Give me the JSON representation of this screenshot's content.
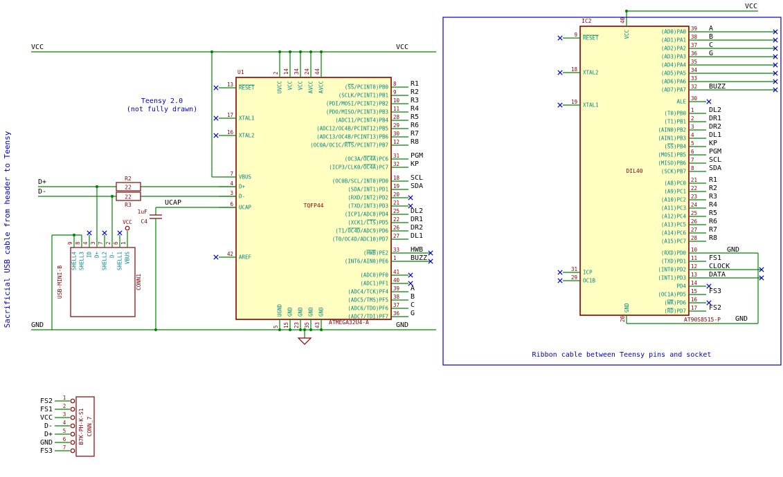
{
  "colors": {
    "wire": "#008400",
    "component_outline": "#840000",
    "component_fill": "#ffffc2",
    "pin_name": "#008484",
    "pin_number": "#840000",
    "net_label": "#000000",
    "note": "#0000c2",
    "no_connect": "#0000c2"
  },
  "notes": {
    "left_vertical": "Sacrificial USB cable from header to Teensy",
    "teensy_line1": "Teensy 2.0",
    "teensy_line2": "(not fully drawn)",
    "ribbon": "Ribbon cable between Teensy pins and socket"
  },
  "power": {
    "vcc": "VCC",
    "gnd": "GND"
  },
  "nets": {
    "dplus": "D+",
    "dminus": "D-",
    "ucap": "UCAP"
  },
  "r2": {
    "ref": "R2",
    "value": "22"
  },
  "r3": {
    "ref": "R3",
    "value": "22"
  },
  "c4": {
    "ref": "C4",
    "value": "1uF"
  },
  "u1": {
    "ref": "U1",
    "value": "TQFP44",
    "part": "ATMEGA32U4-A",
    "left_pins": [
      {
        "name": "~RESET~",
        "num": "13",
        "nc": true
      },
      {
        "name": "XTAL1",
        "num": "17",
        "nc": true
      },
      {
        "name": "XTAL2",
        "num": "16",
        "nc": true
      },
      {
        "name": "VBUS",
        "num": "7"
      },
      {
        "name": "D+",
        "num": "4"
      },
      {
        "name": "D-",
        "num": "3"
      },
      {
        "name": "UCAP",
        "num": "6"
      },
      {
        "name": "AREF",
        "num": "42",
        "nc": true
      }
    ],
    "top_pins": [
      {
        "name": "UVCC",
        "num": "2"
      },
      {
        "name": "VCC",
        "num": "14"
      },
      {
        "name": "VCC",
        "num": "34"
      },
      {
        "name": "AVCC",
        "num": "24"
      },
      {
        "name": "AVCC",
        "num": "44"
      }
    ],
    "bottom_pins": [
      {
        "name": "UGND",
        "num": "5"
      },
      {
        "name": "GND",
        "num": "15"
      },
      {
        "name": "GND",
        "num": "23"
      },
      {
        "name": "GND",
        "num": "35"
      },
      {
        "name": "GND",
        "num": "43"
      }
    ],
    "right_groups": [
      [
        {
          "name": "(~SS~/PCINT0)PB0",
          "num": "8",
          "label": "R1"
        },
        {
          "name": "(SCLK/PCINT1)PB1",
          "num": "9",
          "label": "R2"
        },
        {
          "name": "(PDI/MOSI/PCINT2)PB2",
          "num": "10",
          "label": "R3"
        },
        {
          "name": "(PDO/MISO/PCINT3)PB3",
          "num": "11",
          "label": "R4"
        },
        {
          "name": "(ADC11/PCINT4)PB4",
          "num": "28",
          "label": "R5"
        },
        {
          "name": "(ADC12/OC4B/PCINT12)PB5",
          "num": "29",
          "label": "R6"
        },
        {
          "name": "(ADC13/OC4B/PCINT13)PB6",
          "num": "30",
          "label": "R7"
        },
        {
          "name": "(OC0A/OC1C/~RTS~/PCINT7)PB7",
          "num": "12",
          "label": "R8"
        }
      ],
      [
        {
          "name": "(OC3A/~OC4A~)PC6",
          "num": "31",
          "label": "PGM"
        },
        {
          "name": "(ICP3/CLK0/~OC4A~)PC7",
          "num": "32",
          "label": "KP"
        }
      ],
      [
        {
          "name": "(OC0B/SCL/INT0)PD0",
          "num": "18",
          "label": "SCL"
        },
        {
          "name": "(SDA/INT1)PD1",
          "num": "19",
          "label": "SDA"
        },
        {
          "name": "(RXD/INT2)PD2",
          "num": "20",
          "nc": true
        },
        {
          "name": "(TXD/INT3)PD3",
          "num": "21",
          "nc": true
        },
        {
          "name": "(ICP1/ADC8)PD4",
          "num": "25",
          "label": "DL2"
        },
        {
          "name": "(XCK1/~CTS~)PD5",
          "num": "22",
          "label": "DR1"
        },
        {
          "name": "(T1/~OC4D~/ADC9)PD6",
          "num": "26",
          "label": "DR2"
        },
        {
          "name": "(T0/OC4D/ADC10)PD7",
          "num": "27",
          "label": "DL1"
        }
      ],
      [
        {
          "name": "(~HWB~)PE2",
          "num": "33",
          "label": "HWB",
          "nc_after": true
        },
        {
          "name": "(INT6/AIN0)PE6",
          "num": "1",
          "label": "BUZZ",
          "nc_after": true
        }
      ],
      [
        {
          "name": "(ADC0)PF0",
          "num": "41",
          "nc": true
        },
        {
          "name": "(ADC1)PF1",
          "num": "40",
          "nc": true
        },
        {
          "name": "(ADC4/TCK)PF4",
          "num": "39",
          "label": "A"
        },
        {
          "name": "(ADC5/TMS)PF5",
          "num": "38",
          "label": "B"
        },
        {
          "name": "(ADC6/TDO)PF6",
          "num": "37",
          "label": "C"
        },
        {
          "name": "(ADC7/TDI)PF7",
          "num": "36",
          "label": "G"
        }
      ]
    ]
  },
  "ic2": {
    "ref": "IC2",
    "value": "DIL40",
    "part": "AT90S8515-P",
    "left_pins": [
      {
        "name": "~RESET~",
        "num": "9",
        "nc": true
      },
      {
        "name": "XTAL2",
        "num": "18",
        "nc": true
      },
      {
        "name": "XTAL1",
        "num": "19",
        "nc": true
      },
      {
        "name": "ICP",
        "num": "31",
        "nc": true
      },
      {
        "name": "OC1B",
        "num": "29",
        "nc": true
      }
    ],
    "top_pin": {
      "name": "VCC",
      "num": "40"
    },
    "bottom_pin": {
      "name": "GND",
      "num": "20"
    },
    "right_groups": [
      [
        {
          "name": "(AD0)PA0",
          "num": "39",
          "label": "A",
          "ext": "far",
          "nc": true
        },
        {
          "name": "(AD1)PA1",
          "num": "38",
          "label": "B",
          "ext": "far",
          "nc": true
        },
        {
          "name": "(AD2)PA2",
          "num": "37",
          "label": "C",
          "ext": "far",
          "nc": true
        },
        {
          "name": "(AD3)PA3",
          "num": "36",
          "label": "G",
          "ext": "far",
          "nc": true
        },
        {
          "name": "(AD4)PA4",
          "num": "35",
          "ext": "far",
          "nc": true
        },
        {
          "name": "(AD5)PA5",
          "num": "34",
          "ext": "far",
          "nc": true
        },
        {
          "name": "(AD6)PA6",
          "num": "33",
          "ext": "far",
          "nc": true
        },
        {
          "name": "(AD7)PA7",
          "num": "32",
          "label": "BUZZ",
          "ext": "far",
          "nc": true
        }
      ],
      [
        {
          "name": "ALE",
          "num": "30",
          "nc": true
        }
      ],
      [
        {
          "name": "(T0)PB0",
          "num": "1",
          "label": "DL2"
        },
        {
          "name": "(T1)PB1",
          "num": "2",
          "label": "DR1"
        },
        {
          "name": "(AIN0)PB2",
          "num": "3",
          "label": "DR2"
        },
        {
          "name": "(AIN1)PB3",
          "num": "4",
          "label": "DL1"
        },
        {
          "name": "(~SS~)PB4",
          "num": "5",
          "label": "KP"
        },
        {
          "name": "(MOSI)PB5",
          "num": "6",
          "label": "PGM"
        },
        {
          "name": "(MISO)PB6",
          "num": "7",
          "label": "SCL"
        },
        {
          "name": "(SCK)PB7",
          "num": "8",
          "label": "SDA"
        }
      ],
      [
        {
          "name": "(A8)PC0",
          "num": "21",
          "label": "R1"
        },
        {
          "name": "(A9)PC1",
          "num": "22",
          "label": "R2"
        },
        {
          "name": "(A10)PC2",
          "num": "23",
          "label": "R3"
        },
        {
          "name": "(A11)PC3",
          "num": "24",
          "label": "R4"
        },
        {
          "name": "(A12)PC4",
          "num": "25",
          "label": "R5"
        },
        {
          "name": "(A13)PC5",
          "num": "26",
          "label": "R6"
        },
        {
          "name": "(A14)PC6",
          "num": "27",
          "label": "R7"
        },
        {
          "name": "(A15)PC7",
          "num": "28",
          "label": "R8"
        }
      ],
      [
        {
          "name": "(RXD)PD0",
          "num": "10",
          "label": "GND",
          "gnd_run": true
        },
        {
          "name": "(TXD)PD1",
          "num": "11",
          "label": "FS1"
        },
        {
          "name": "(INT0)PD2",
          "num": "12",
          "label": "CLOCK",
          "ext": "mid",
          "nc": true
        },
        {
          "name": "(INT1)PD3",
          "num": "13",
          "label": "DATA",
          "ext": "mid",
          "nc": true
        },
        {
          "name": "PD4",
          "num": "14",
          "nc": true
        },
        {
          "name": "(OC1A)PD5",
          "num": "15",
          "label": "FS3"
        },
        {
          "name": "(~WR~)PD6",
          "num": "16",
          "nc": true
        },
        {
          "name": "(~RD~)PD7",
          "num": "17",
          "label": "FS2"
        }
      ]
    ]
  },
  "conn1": {
    "ref": "CONN1",
    "value": "USB-MINI-B",
    "vbus_flag": "VCC",
    "pins": [
      {
        "name": "SHELL4",
        "num": "9",
        "conn": "gnd"
      },
      {
        "name": "SHELL3",
        "num": "8",
        "conn": "gnd"
      },
      {
        "name": "ID",
        "num": "4",
        "conn": "nc"
      },
      {
        "name": "D+",
        "num": "3",
        "conn": "dplus"
      },
      {
        "name": "SHELL2",
        "num": "7",
        "conn": "nc"
      },
      {
        "name": "D-",
        "num": "2",
        "conn": "dminus"
      },
      {
        "name": "SHELL1",
        "num": "6",
        "conn": "nc"
      },
      {
        "name": "VBUS",
        "num": "1",
        "conn": "vcc_flag"
      }
    ]
  },
  "conn7": {
    "ref": "CONN_7",
    "value": "B7K-PH-K-S1",
    "pins": [
      {
        "label": "FS2",
        "num": "1"
      },
      {
        "label": "FS1",
        "num": "2"
      },
      {
        "label": "VCC",
        "num": "3"
      },
      {
        "label": "D-",
        "num": "4"
      },
      {
        "label": "D+",
        "num": "5"
      },
      {
        "label": "GND",
        "num": "6"
      },
      {
        "label": "FS3",
        "num": "7"
      }
    ]
  }
}
